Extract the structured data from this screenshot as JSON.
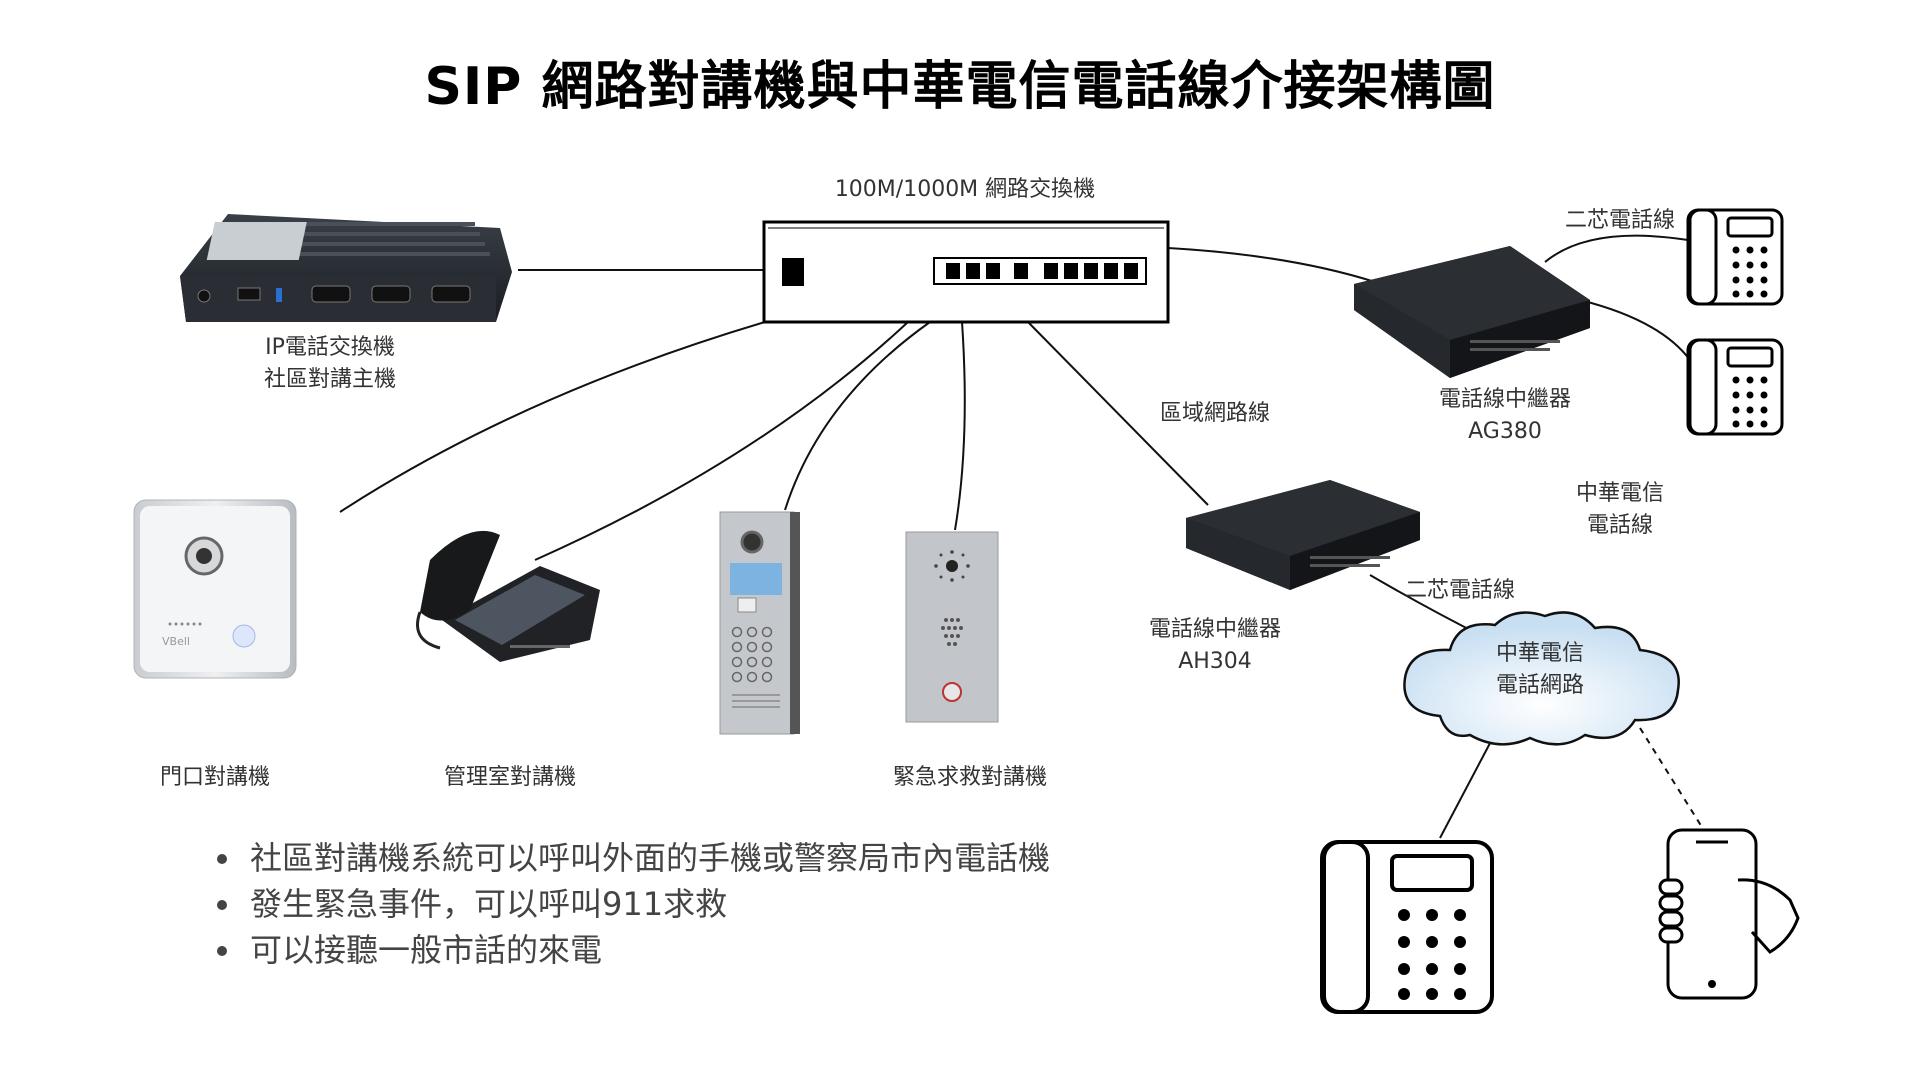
{
  "title": "SIP 網路對講機與中華電信電話線介接架構圖",
  "labels": {
    "switch": "100M/1000M 網路交換機",
    "pbx_line1": "IP電話交換機",
    "pbx_line2": "社區對講主機",
    "door": "門口對講機",
    "mgmt": "管理室對講機",
    "emergency": "緊急求救對講機",
    "lan": "區域網路線",
    "ag380_line1": "電話線中繼器",
    "ag380_line2": "AG380",
    "ah304_line1": "電話線中繼器",
    "ah304_line2": "AH304",
    "two_core_top": "二芯電話線",
    "two_core_mid": "二芯電話線",
    "cht_line1": "中華電信",
    "cht_line2": "電話線",
    "cloud_line1": "中華電信",
    "cloud_line2": "電話網路",
    "vbell_logo": "VBell"
  },
  "bullets": [
    "社區對講機系統可以呼叫外面的手機或警察局市內電話機",
    "發生緊急事件，可以呼叫911求救",
    "可以接聽一般市話的來電"
  ],
  "icons": [
    "pbx-box-icon",
    "network-switch-icon",
    "gateway-ag380-icon",
    "gateway-ah304-icon",
    "desk-phone-icon",
    "door-intercom-icon",
    "video-phone-icon",
    "keypad-intercom-icon",
    "emergency-intercom-icon",
    "cloud-icon",
    "mobile-phone-icon"
  ]
}
